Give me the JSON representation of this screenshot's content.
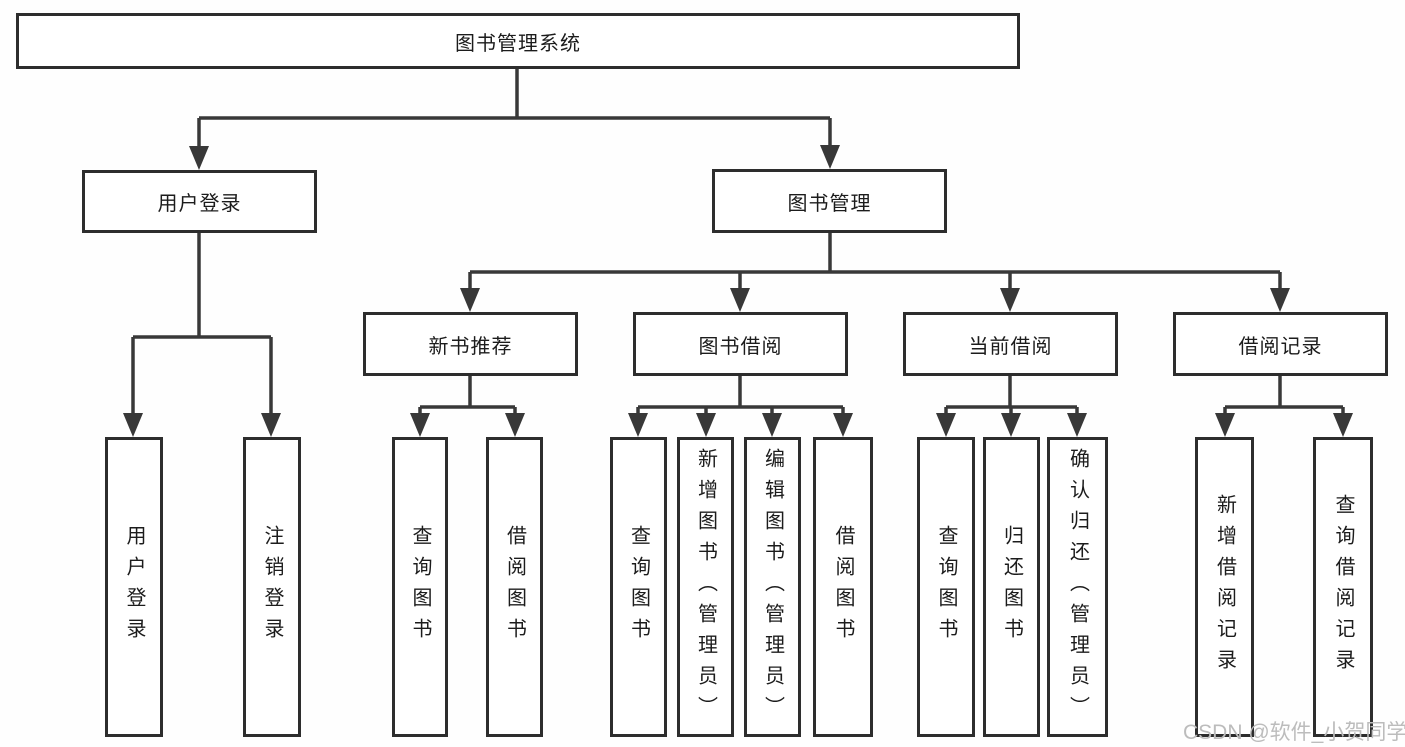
{
  "diagram": {
    "root": {
      "label": "图书管理系统"
    },
    "level2": [
      {
        "id": "user-login",
        "label": "用户登录"
      },
      {
        "id": "book-management",
        "label": "图书管理"
      }
    ],
    "level3": [
      {
        "id": "new-book-recommend",
        "label": "新书推荐"
      },
      {
        "id": "book-borrowing",
        "label": "图书借阅"
      },
      {
        "id": "current-borrowing",
        "label": "当前借阅"
      },
      {
        "id": "borrowing-records",
        "label": "借阅记录"
      }
    ],
    "leaves": [
      {
        "id": "user-login-action",
        "label": "用户登录",
        "parent": "用户登录"
      },
      {
        "id": "logout-action",
        "label": "注销登录",
        "parent": "用户登录"
      },
      {
        "id": "query-books-recommend",
        "label": "查询图书",
        "parent": "新书推荐"
      },
      {
        "id": "borrow-books-recommend",
        "label": "借阅图书",
        "parent": "新书推荐"
      },
      {
        "id": "query-books-borrowing",
        "label": "查询图书",
        "parent": "图书借阅"
      },
      {
        "id": "add-books-admin",
        "label": "新增图书（管理员）",
        "parent": "图书借阅"
      },
      {
        "id": "edit-books-admin",
        "label": "编辑图书（管理员）",
        "parent": "图书借阅"
      },
      {
        "id": "borrow-books-borrowing",
        "label": "借阅图书",
        "parent": "图书借阅"
      },
      {
        "id": "query-books-current",
        "label": "查询图书",
        "parent": "当前借阅"
      },
      {
        "id": "return-books",
        "label": "归还图书",
        "parent": "当前借阅"
      },
      {
        "id": "confirm-return-admin",
        "label": "确认归还（管理员）",
        "parent": "当前借阅"
      },
      {
        "id": "add-borrow-record",
        "label": "新增借阅记录",
        "parent": "借阅记录"
      },
      {
        "id": "query-borrow-record",
        "label": "查询借阅记录",
        "parent": "借阅记录"
      }
    ]
  },
  "watermark": {
    "text": "CSDN @软件_小贺同学"
  },
  "colors": {
    "line_color": "#383838",
    "box_border": "#2d2d2d",
    "text_color": "#1c1c1c",
    "watermark_color": "#bcbcbc",
    "bg_color": "#fefefe"
  }
}
